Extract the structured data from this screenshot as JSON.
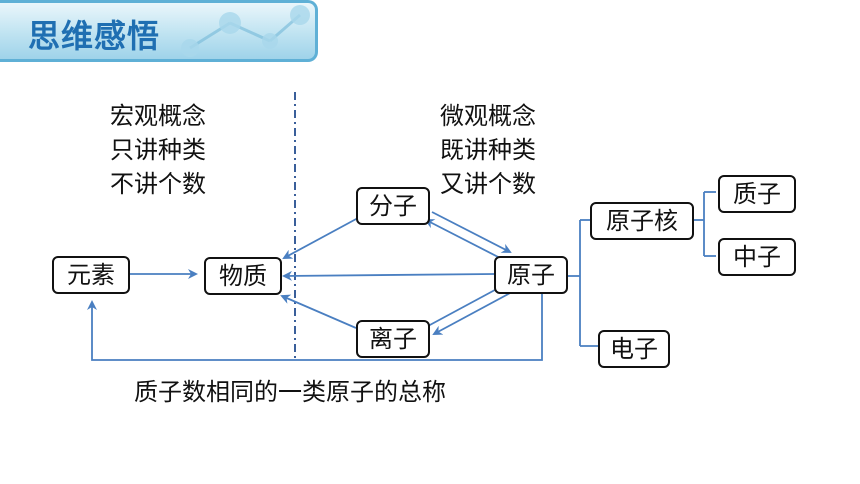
{
  "header": {
    "title": "思维感悟"
  },
  "macro_concept": [
    "宏观概念",
    "只讲种类",
    "不讲个数"
  ],
  "micro_concept": [
    "微观概念",
    "既讲种类",
    "又讲个数"
  ],
  "nodes": {
    "element": "元素",
    "substance": "物质",
    "molecule": "分子",
    "atom": "原子",
    "ion": "离子",
    "nucleus": "原子核",
    "proton": "质子",
    "neutron": "中子",
    "electron": "电子"
  },
  "definition": "质子数相同的一类原子的总称",
  "colors": {
    "arrow": "#4a7fc1",
    "title": "#1f6fb2",
    "banner_border": "#5fb0d6"
  }
}
